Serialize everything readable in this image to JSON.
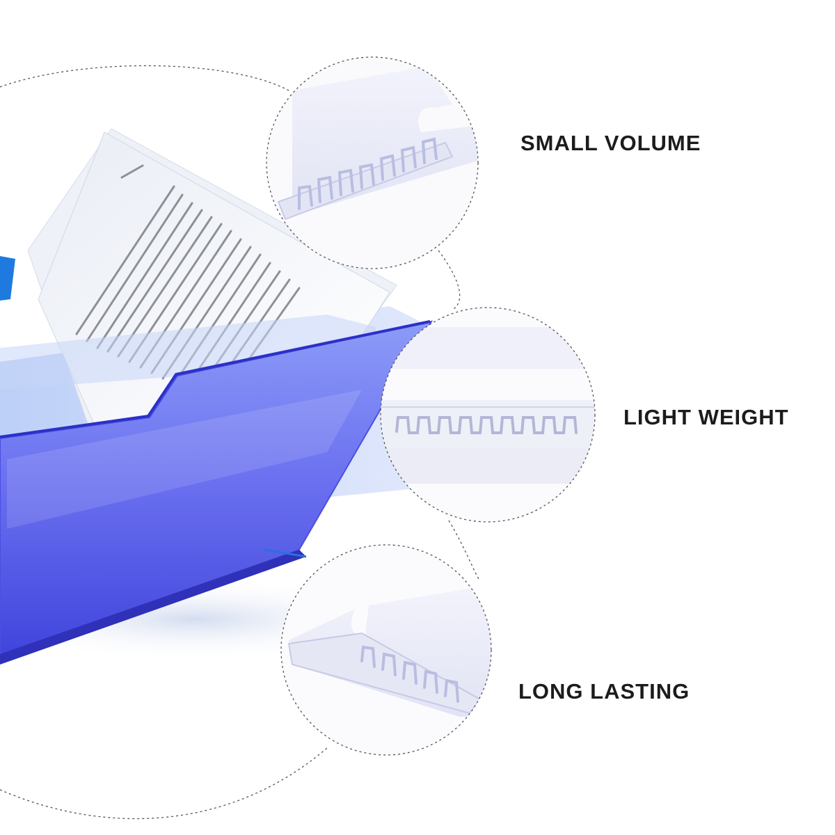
{
  "features": [
    {
      "label": "SMALL VOLUME",
      "detail_icon": "hanging-folder-tab-icon"
    },
    {
      "label": "LIGHT WEIGHT",
      "detail_icon": "hanging-folder-tab-icon"
    },
    {
      "label": "LONG LASTING",
      "detail_icon": "hanging-folder-tab-icon"
    }
  ],
  "colors": {
    "folder_front": "#5B5CF0",
    "folder_back": "#8FB0F5",
    "folder_edge": "#2A6FE0",
    "paper": "#F4F6FA",
    "tab_plastic": "#EDEEFA",
    "dashed_outline": "#555555",
    "label_text": "#1C1C1C"
  }
}
